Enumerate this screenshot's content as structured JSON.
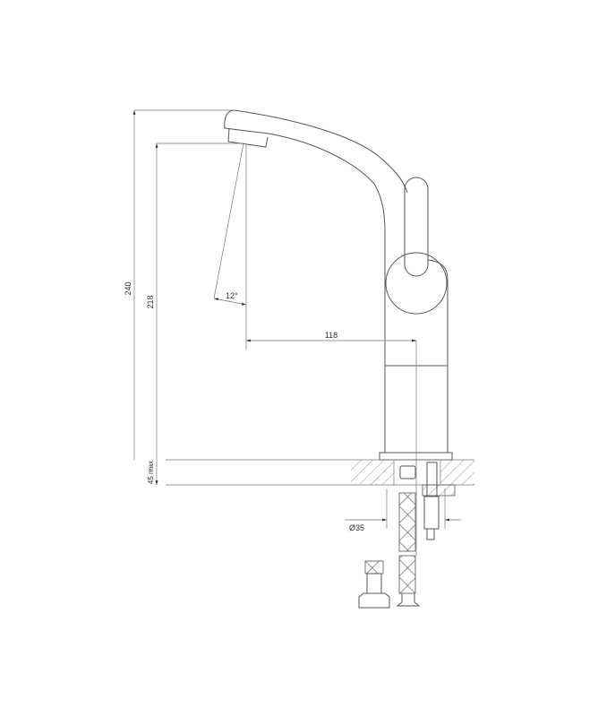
{
  "dimensions": {
    "total_height": "240",
    "spout_height": "218",
    "spray_angle": "12°",
    "spout_reach": "118",
    "counter_thickness": "45 max",
    "hole_diameter": "Ø35"
  },
  "colors": {
    "line": "#555555",
    "background": "#ffffff"
  }
}
